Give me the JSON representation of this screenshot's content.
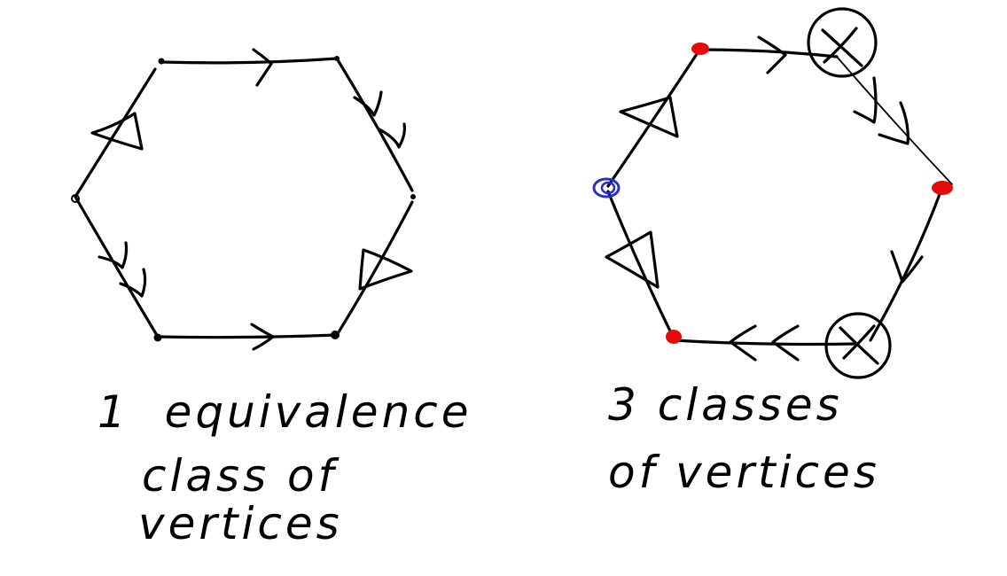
{
  "captions": {
    "left_line1": "1  equivalence",
    "left_line2": "class of",
    "left_line3": "vertices",
    "right_line1": "3 classes",
    "right_line2": "of vertices"
  },
  "colors": {
    "ink": "#000000",
    "class_red": "#e8090b",
    "class_blue": "#2c2cc8",
    "background": "#ffffff"
  }
}
